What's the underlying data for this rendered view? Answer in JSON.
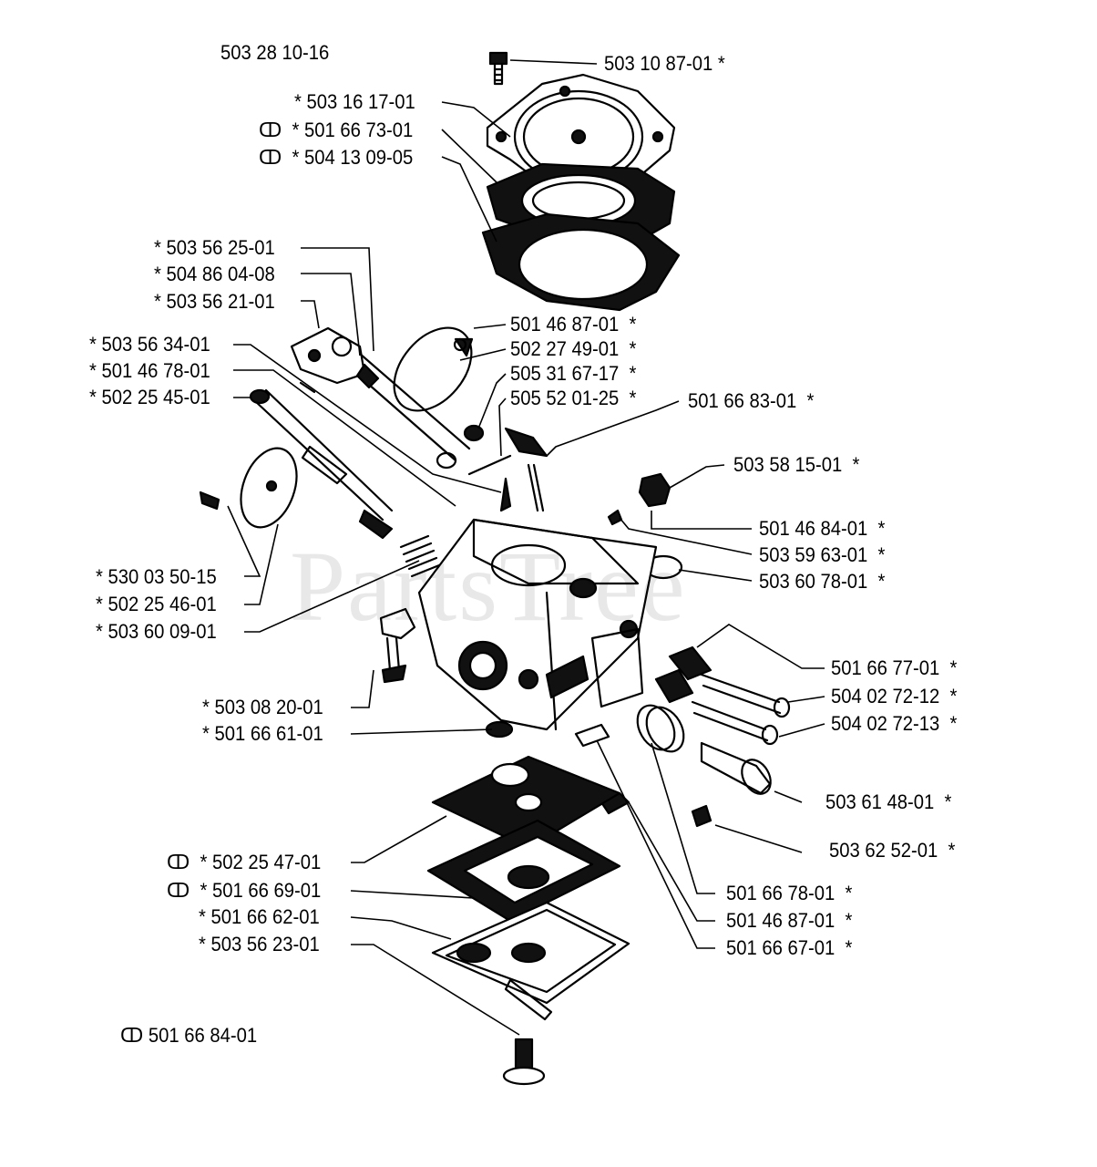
{
  "model_number": "503 28 10-16",
  "footnote": "ↀ 501 66 84-01",
  "watermark": "PartsTree",
  "labels": [
    {
      "id": "p1",
      "text": "503 10 87-01 *"
    },
    {
      "id": "p2",
      "text": "* 503 16 17-01"
    },
    {
      "id": "p3",
      "text": "ↀ  * 501 66 73-01"
    },
    {
      "id": "p4",
      "text": "ↀ  * 504 13 09-05"
    },
    {
      "id": "p5",
      "text": "* 503 56 25-01"
    },
    {
      "id": "p6",
      "text": "* 504 86 04-08"
    },
    {
      "id": "p7",
      "text": "* 503 56 21-01"
    },
    {
      "id": "p8",
      "text": "* 503 56 34-01"
    },
    {
      "id": "p9",
      "text": "* 501 46 78-01"
    },
    {
      "id": "p10",
      "text": "* 502 25 45-01"
    },
    {
      "id": "p11",
      "text": "501 46 87-01  *"
    },
    {
      "id": "p12",
      "text": "502 27 49-01  *"
    },
    {
      "id": "p13",
      "text": "505 31 67-17  *"
    },
    {
      "id": "p14",
      "text": "505 52 01-25  *"
    },
    {
      "id": "p15",
      "text": "501 66 83-01  *"
    },
    {
      "id": "p16",
      "text": "503 58 15-01  *"
    },
    {
      "id": "p17",
      "text": "501 46 84-01  *"
    },
    {
      "id": "p18",
      "text": "503 59 63-01  *"
    },
    {
      "id": "p19",
      "text": "503 60 78-01  *"
    },
    {
      "id": "p20",
      "text": "* 530 03 50-15"
    },
    {
      "id": "p21",
      "text": "* 502 25 46-01"
    },
    {
      "id": "p22",
      "text": "* 503 60 09-01"
    },
    {
      "id": "p23",
      "text": "501 66 77-01  *"
    },
    {
      "id": "p24",
      "text": "504 02 72-12  *"
    },
    {
      "id": "p25",
      "text": "504 02 72-13  *"
    },
    {
      "id": "p26",
      "text": "* 503 08 20-01"
    },
    {
      "id": "p27",
      "text": "* 501 66 61-01"
    },
    {
      "id": "p28",
      "text": "503 61 48-01  *"
    },
    {
      "id": "p29",
      "text": "503 62 52-01  *"
    },
    {
      "id": "p30",
      "text": "ↀ  * 502 25 47-01"
    },
    {
      "id": "p31",
      "text": "ↀ  * 501 66 69-01"
    },
    {
      "id": "p32",
      "text": "* 501 66 62-01"
    },
    {
      "id": "p33",
      "text": "* 503 56 23-01"
    },
    {
      "id": "p34",
      "text": "501 66 78-01  *"
    },
    {
      "id": "p35",
      "text": "501 46 87-01  *"
    },
    {
      "id": "p36",
      "text": "501 66 67-01  *"
    }
  ]
}
